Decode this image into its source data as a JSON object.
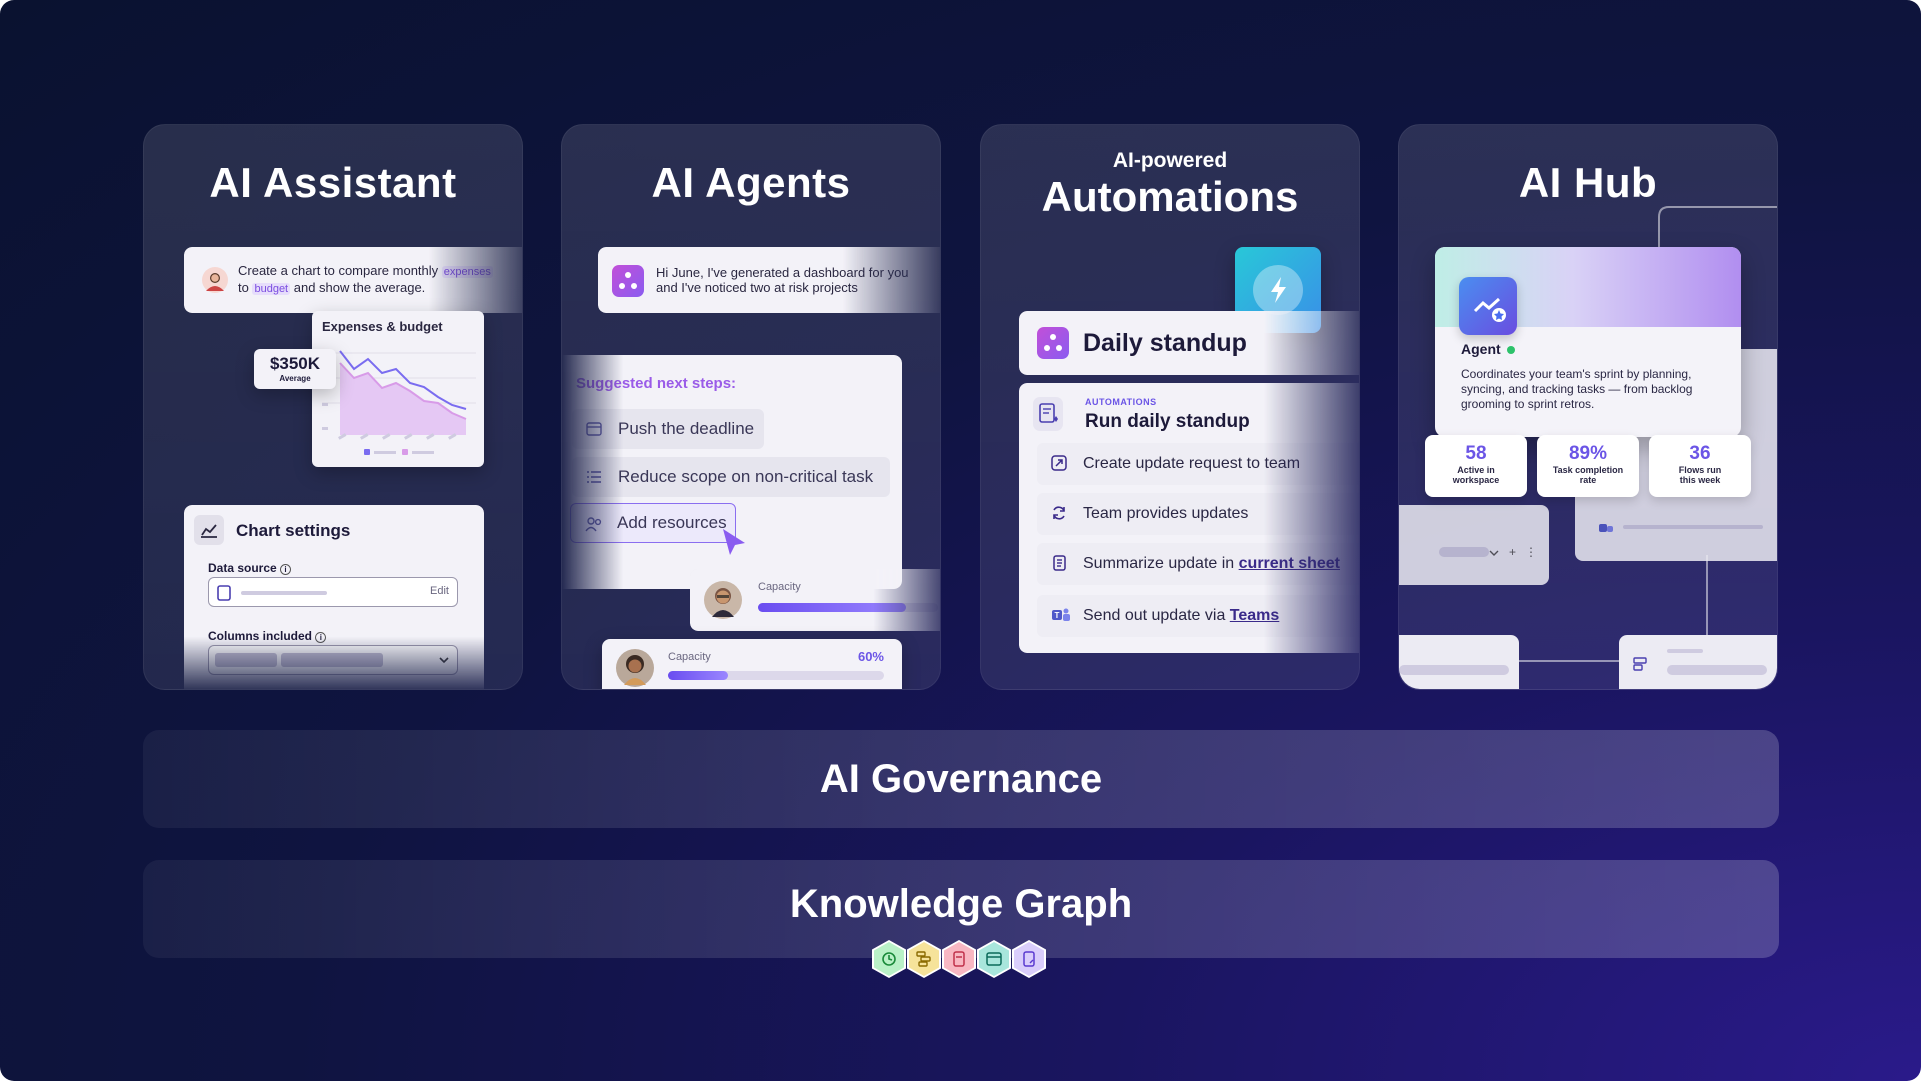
{
  "cards": {
    "assistant": {
      "title": "AI Assistant",
      "prompt_line1": "Create a chart to compare monthly",
      "prompt_tag1": "expenses",
      "prompt_to": "to",
      "prompt_tag2": "budget",
      "prompt_line2": "and show the average.",
      "chart_title": "Expenses & budget",
      "average_value": "$350K",
      "average_label": "Average",
      "settings_title": "Chart settings",
      "data_source_label": "Data source",
      "edit_label": "Edit",
      "columns_label": "Columns included"
    },
    "agents": {
      "title": "AI Agents",
      "message_line1": "Hi June, I've generated a dashboard for you",
      "message_line2": "and I've noticed two at risk projects",
      "suggested_heading": "Suggested next steps:",
      "steps": [
        "Push the deadline",
        "Reduce scope on non-critical task",
        "Add resources"
      ],
      "capacity_label_1": "Capacity",
      "capacity_fill_1": 0.82,
      "capacity_label_2": "Capacity",
      "capacity_value_2": "60%",
      "capacity_fill_2": 0.28
    },
    "automations": {
      "title_top": "AI-powered",
      "title": "Automations",
      "standup_title": "Daily standup",
      "section_label": "AUTOMATIONS",
      "workflow_title": "Run daily standup",
      "steps": [
        {
          "text": "Create update request to team"
        },
        {
          "text": "Team provides updates"
        },
        {
          "text": "Summarize update in",
          "link": "current sheet"
        },
        {
          "text": "Send out update via",
          "link": "Teams"
        }
      ]
    },
    "hub": {
      "title": "AI Hub",
      "agent_label": "Agent",
      "agent_description_1": "Coordinates your team's sprint by planning,",
      "agent_description_2": "syncing, and tracking tasks — from backlog",
      "agent_description_3": "grooming to sprint retros.",
      "stats": [
        {
          "value": "58",
          "label_1": "Active in",
          "label_2": "workspace"
        },
        {
          "value": "89%",
          "label_1": "Task completion",
          "label_2": "rate"
        },
        {
          "value": "36",
          "label_1": "Flows run",
          "label_2": "this week"
        }
      ]
    }
  },
  "bands": {
    "governance": "AI Governance",
    "knowledge": "Knowledge Graph"
  },
  "colors": {
    "accent": "#6b55e6",
    "tag_bg": "#e6ddfb",
    "hex_green": "#b9f1c7",
    "hex_yellow": "#f6e39a",
    "hex_pink": "#f8b7c2",
    "hex_teal": "#a8e6dc",
    "hex_purple": "#d9cdfb"
  },
  "hex_icons": [
    "clock-icon",
    "hierarchy-icon",
    "form-icon",
    "board-icon",
    "doc-icon"
  ]
}
